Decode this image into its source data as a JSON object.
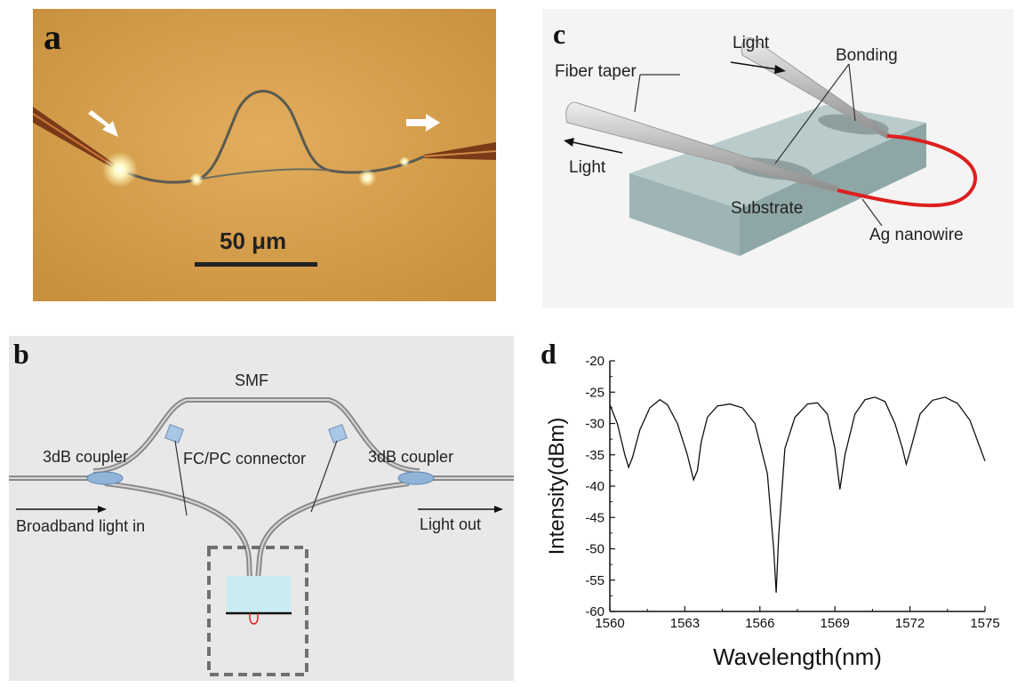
{
  "figure": {
    "panel_a": {
      "label": "a",
      "scale_bar": "50 μm",
      "colors": {
        "background": "#d8a355",
        "fiber": "#5a5a50",
        "glow": "#fff7c0"
      }
    },
    "panel_b": {
      "label": "b",
      "smf": "SMF",
      "coupler_left": "3dB coupler",
      "connector": "FC/PC connector",
      "coupler_right": "3dB coupler",
      "light_in": "Broadband light in",
      "light_out": "Light out",
      "colors": {
        "background": "#e8e8e8",
        "coupler": "#8fb4d8",
        "sensor": "#c9ecf2",
        "loop": "#e02020"
      }
    },
    "panel_c": {
      "label": "c",
      "light_top": "Light",
      "bonding": "Bonding",
      "fiber_taper": "Fiber taper",
      "light_bottom": "Light",
      "substrate": "Substrate",
      "nanowire": "Ag nanowire",
      "colors": {
        "substrate_top": "#b9cbcb",
        "substrate_side": "#8ea6a6",
        "nanowire": "#dd1f1f"
      }
    },
    "panel_d": {
      "label": "d"
    }
  },
  "chart_data": {
    "type": "line",
    "xlabel": "Wavelength(nm)",
    "ylabel": "Intensity(dBm)",
    "xlim": [
      1560,
      1575
    ],
    "ylim": [
      -60,
      -20
    ],
    "xticks": [
      1560,
      1563,
      1566,
      1569,
      1572,
      1575
    ],
    "yticks": [
      -20,
      -25,
      -30,
      -35,
      -40,
      -45,
      -50,
      -55,
      -60
    ],
    "grid": false,
    "series": [
      {
        "color": "#111111",
        "x": [
          1560.0,
          1560.3,
          1560.6,
          1560.75,
          1560.9,
          1561.2,
          1561.6,
          1562.0,
          1562.3,
          1562.7,
          1563.1,
          1563.35,
          1563.5,
          1563.65,
          1563.9,
          1564.3,
          1564.8,
          1565.3,
          1565.8,
          1566.3,
          1566.55,
          1566.65,
          1566.75,
          1567.0,
          1567.4,
          1567.9,
          1568.3,
          1568.7,
          1569.0,
          1569.2,
          1569.4,
          1569.8,
          1570.2,
          1570.6,
          1571.0,
          1571.4,
          1571.7,
          1571.85,
          1572.0,
          1572.4,
          1572.9,
          1573.4,
          1573.9,
          1574.4,
          1575.0
        ],
        "y": [
          -27.0,
          -30.0,
          -35.0,
          -37.0,
          -35.5,
          -31.0,
          -27.5,
          -26.2,
          -27.0,
          -30.0,
          -35.0,
          -39.0,
          -37.5,
          -33.0,
          -29.0,
          -27.2,
          -26.9,
          -27.5,
          -30.0,
          -38.0,
          -50.0,
          -57.0,
          -48.0,
          -34.0,
          -29.0,
          -26.9,
          -26.7,
          -28.5,
          -34.0,
          -40.5,
          -35.0,
          -28.5,
          -26.2,
          -25.8,
          -26.5,
          -30.0,
          -34.0,
          -36.5,
          -34.5,
          -28.5,
          -26.3,
          -25.8,
          -26.8,
          -29.5,
          -36.0
        ]
      }
    ]
  }
}
